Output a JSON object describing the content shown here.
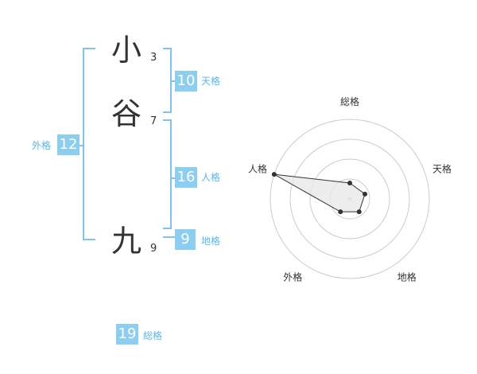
{
  "name": {
    "chars": [
      {
        "char": "小",
        "strokes": "3"
      },
      {
        "char": "谷",
        "strokes": "7"
      },
      {
        "char": "九",
        "strokes": "9"
      }
    ]
  },
  "scores": {
    "tenkaku": {
      "value": "10",
      "label": "天格"
    },
    "jinkaku": {
      "value": "16",
      "label": "人格"
    },
    "chikaku": {
      "value": "9",
      "label": "地格"
    },
    "gaikaku": {
      "value": "12",
      "label": "外格"
    },
    "soukaku": {
      "value": "19",
      "label": "総格"
    }
  },
  "chart_data": {
    "type": "radar",
    "axes": [
      "総格",
      "天格",
      "地格",
      "外格",
      "人格"
    ],
    "values": [
      1,
      1,
      1,
      1,
      5
    ],
    "range": [
      0,
      5
    ],
    "rings": 4,
    "colors": {
      "fill": "#e8e8e8",
      "line": "#333333",
      "grid": "#cccccc",
      "accent": "#8ccdf2"
    }
  }
}
